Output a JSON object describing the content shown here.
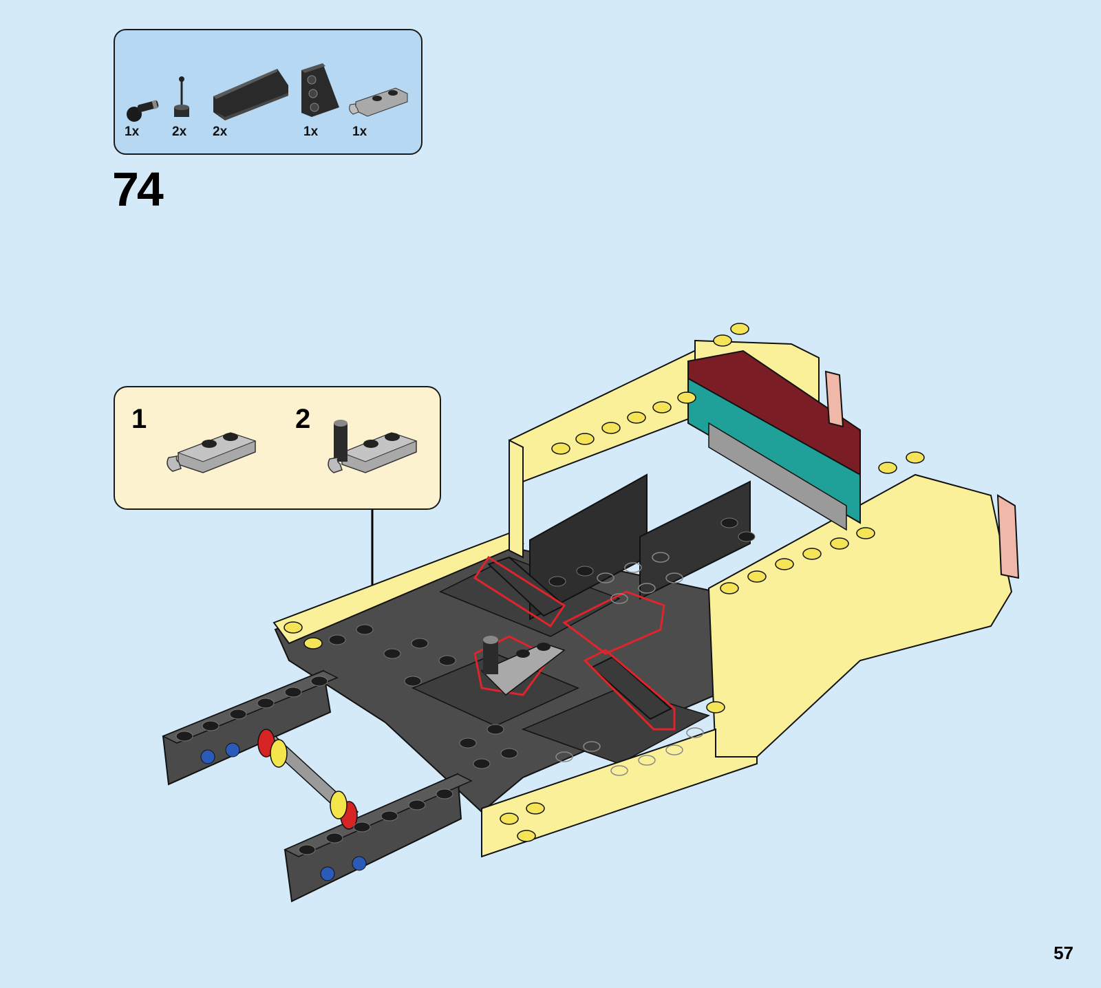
{
  "parts_list": {
    "items": [
      {
        "part": "pin-with-ball-icon",
        "qty": "1x"
      },
      {
        "part": "lever-stick-icon",
        "qty": "2x"
      },
      {
        "part": "angle-plate-long-icon",
        "qty": "2x"
      },
      {
        "part": "wedge-plate-icon",
        "qty": "1x"
      },
      {
        "part": "clip-plate-icon",
        "qty": "1x"
      }
    ]
  },
  "step": {
    "number": "74"
  },
  "callout": {
    "sub_steps": [
      "1",
      "2"
    ]
  },
  "page": {
    "number": "57"
  },
  "colors": {
    "background": "#d4eaf9",
    "parts_box": "#b6d8f2",
    "callout_box": "#fdf2cf",
    "model_yellow": "#fbf09a",
    "model_dark": "#4a4a4a",
    "highlight": "#e0242b"
  }
}
